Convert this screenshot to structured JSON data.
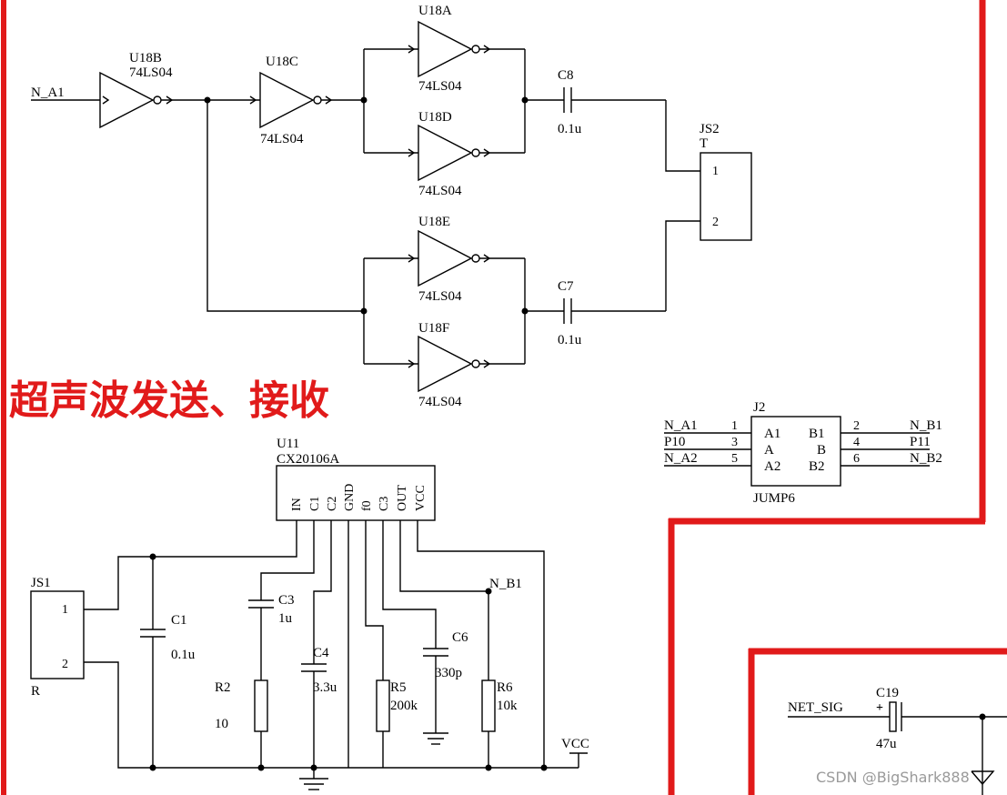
{
  "title_cn": "超声波发送、接收",
  "watermark": "CSDN @BigShark888",
  "inverters": [
    {
      "ref": "U18B",
      "part": "74LS04"
    },
    {
      "ref": "U18C",
      "part": "74LS04"
    },
    {
      "ref": "U18A",
      "part": "74LS04"
    },
    {
      "ref": "U18D",
      "part": "74LS04"
    },
    {
      "ref": "U18E",
      "part": "74LS04"
    },
    {
      "ref": "U18F",
      "part": "74LS04"
    }
  ],
  "nets": {
    "n_a1": "N_A1",
    "n_b1": "N_B1",
    "vcc": "VCC",
    "net_sig": "NET_SIG"
  },
  "capacitors": {
    "c8": {
      "ref": "C8",
      "value": "0.1u"
    },
    "c7": {
      "ref": "C7",
      "value": "0.1u"
    },
    "c1": {
      "ref": "C1",
      "value": "0.1u"
    },
    "c3": {
      "ref": "C3",
      "value": "1u"
    },
    "c4": {
      "ref": "C4",
      "value": "3.3u"
    },
    "c6": {
      "ref": "C6",
      "value": "330p"
    },
    "c19": {
      "ref": "C19",
      "value": "47u"
    }
  },
  "resistors": {
    "r2": {
      "ref": "R2",
      "value": "10"
    },
    "r5": {
      "ref": "R5",
      "value": "200k"
    },
    "r6": {
      "ref": "R6",
      "value": "10k"
    }
  },
  "js2": {
    "ref": "JS2",
    "sub": "T",
    "pin1": "1",
    "pin2": "2"
  },
  "js1": {
    "ref": "JS1",
    "sub": "R",
    "pin1": "1",
    "pin2": "2"
  },
  "u11": {
    "ref": "U11",
    "part": "CX20106A",
    "pins": [
      "IN",
      "C1",
      "C2",
      "GND",
      "f0",
      "C3",
      "OUT",
      "VCC"
    ]
  },
  "j2": {
    "ref": "J2",
    "part": "JUMP6",
    "left_nets": [
      "N_A1",
      "P10",
      "N_A2"
    ],
    "left_nums": [
      "1",
      "3",
      "5"
    ],
    "left_pins": [
      "A1",
      "A",
      "A2"
    ],
    "right_pins": [
      "B1",
      "B",
      "B2"
    ],
    "right_nums": [
      "2",
      "4",
      "6"
    ],
    "right_nets": [
      "N_B1",
      "P11",
      "N_B2"
    ]
  },
  "colors": {
    "frame_red": "#e11a1a",
    "wire": "#000000"
  }
}
